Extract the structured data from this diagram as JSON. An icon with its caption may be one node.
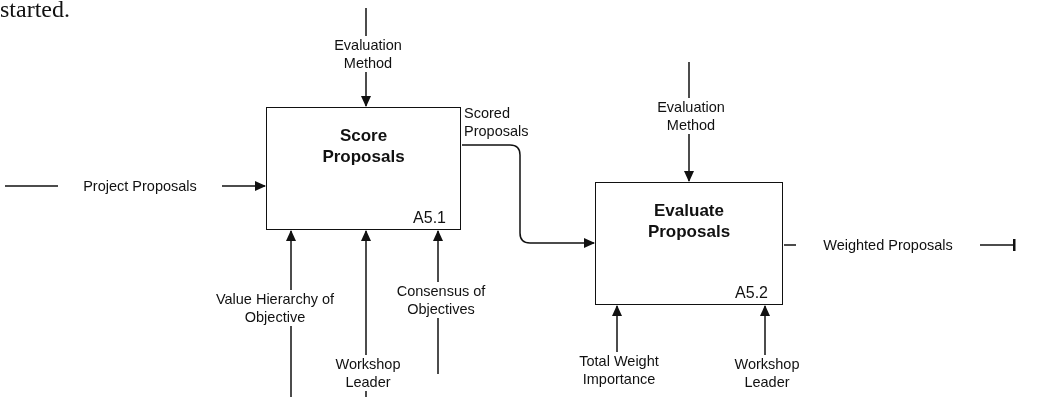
{
  "diagram": {
    "nodes": [
      {
        "text": [
          "Score Proposals",
          "A5.1"
        ]
      },
      {
        "text": [
          "Evaluate Proposals",
          "A5.2"
        ]
      }
    ],
    "edges": [
      {
        "from": null,
        "to": 0,
        "arrow": "to",
        "label": "Evaluation Method"
      },
      {
        "from": null,
        "to": 0,
        "arrow": "to",
        "label": "Project Proposals"
      },
      {
        "from": null,
        "to": 0,
        "arrow": "to",
        "label": "Value Hierarchy of Objective"
      },
      {
        "from": null,
        "to": 0,
        "arrow": "to",
        "label": "Workshop Leader"
      },
      {
        "from": null,
        "to": 0,
        "arrow": "to",
        "label": "Consensus of Objectives"
      },
      {
        "from": 0,
        "to": 1,
        "arrow": "to",
        "label": "Scored Proposals"
      },
      {
        "from": null,
        "to": 1,
        "arrow": "to",
        "label": "Evaluation Method"
      },
      {
        "from": 1,
        "to": null,
        "arrow": "other",
        "label": "Weighted Proposals"
      },
      {
        "from": null,
        "to": 1,
        "arrow": "to",
        "label": "Total Weight Importance"
      },
      {
        "from": null,
        "to": 1,
        "arrow": "to",
        "label": "Workshop Leader"
      }
    ],
    "labels": [
      "started."
    ]
  }
}
